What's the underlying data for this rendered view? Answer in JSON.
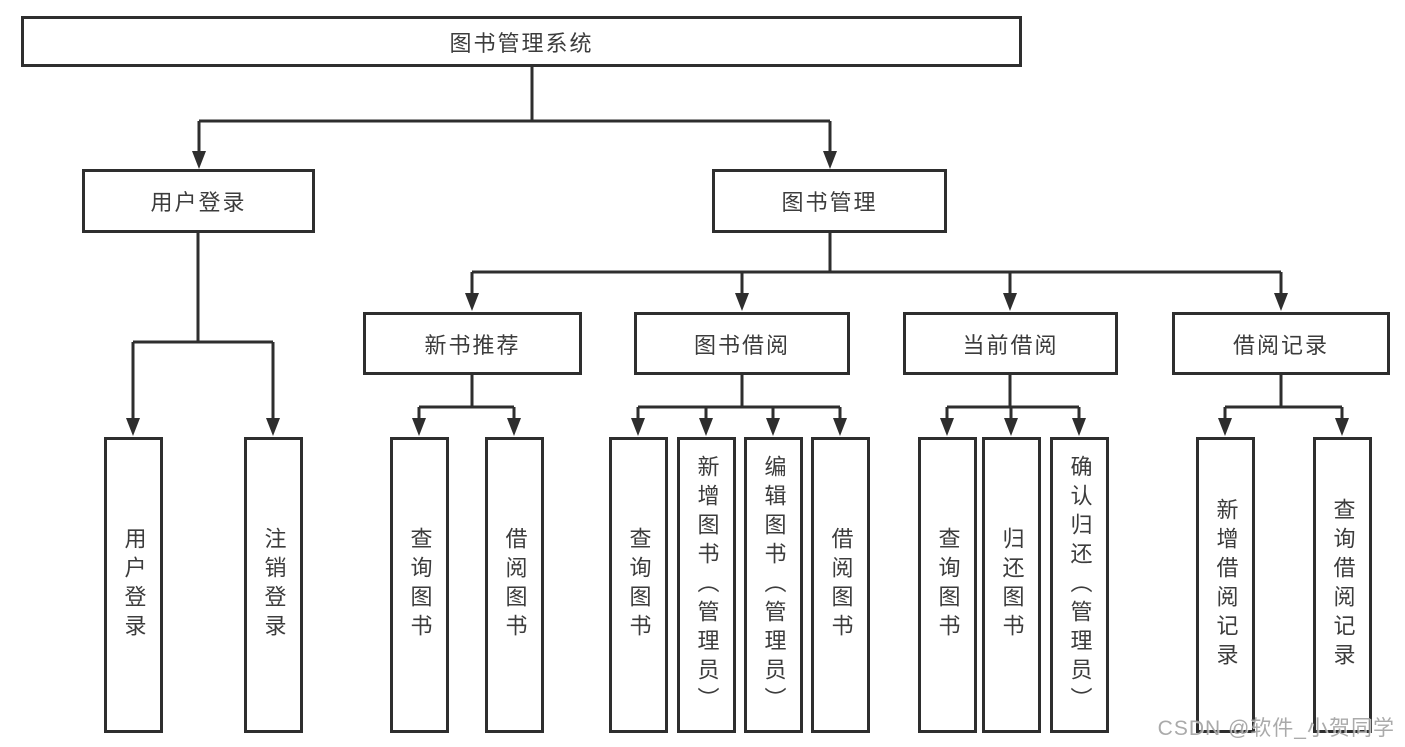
{
  "nodes": {
    "root": "图书管理系统",
    "user_login": "用户登录",
    "book_mgmt": "图书管理",
    "new_books": "新书推荐",
    "book_borrow": "图书借阅",
    "current_borrow": "当前借阅",
    "borrow_records": "借阅记录",
    "leaves": {
      "user_login": [
        "用户登录",
        "注销登录"
      ],
      "new_books": [
        "查询图书",
        "借阅图书"
      ],
      "book_borrow": [
        "查询图书",
        "新增图书（管理员）",
        "编辑图书（管理员）",
        "借阅图书"
      ],
      "current_borrow": [
        "查询图书",
        "归还图书",
        "确认归还（管理员）"
      ],
      "borrow_records": [
        "新增借阅记录",
        "查询借阅记录"
      ]
    }
  },
  "watermark": {
    "text": "CSDN @软件_小贺同学"
  },
  "colors": {
    "line": "#2e2e2e",
    "text": "#3c3c3c",
    "background": "#ffffff",
    "watermark": "#9b9b9b"
  }
}
